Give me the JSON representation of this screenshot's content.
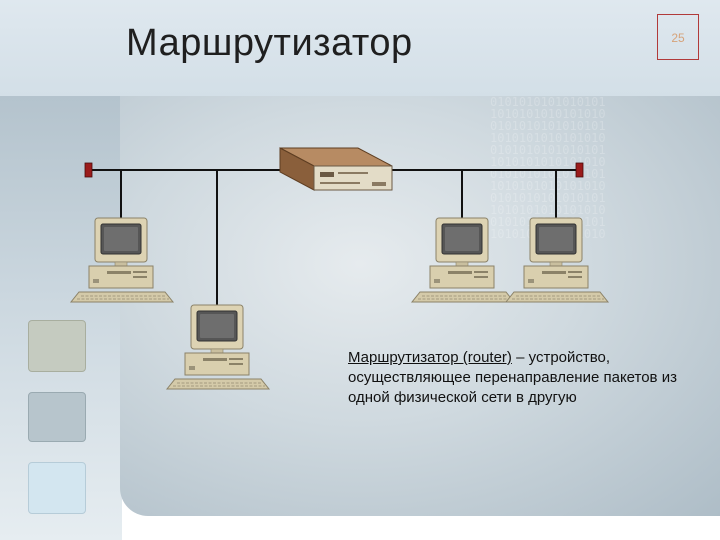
{
  "slide": {
    "title": "Маршрутизатор",
    "slide_number": "25"
  },
  "caption": {
    "term": "Маршрутизатор (router)",
    "rest": " – устройство, осуществляющее перенаправление пакетов из одной физической сети в другую"
  },
  "binary_text": "0101010101010101\n1010101010101010\n0101010101010101\n1010101010101010\n0101010101010101\n1010101010101010\n0101010101010101\n1010101010101010\n0101010101010101\n1010101010101010\n0101010101010101\n1010101010101010",
  "colors": {
    "accent_red": "#b13a3a",
    "line": "#111111",
    "device_beige": "#d9cfae",
    "router_brown": "#a0704c"
  }
}
